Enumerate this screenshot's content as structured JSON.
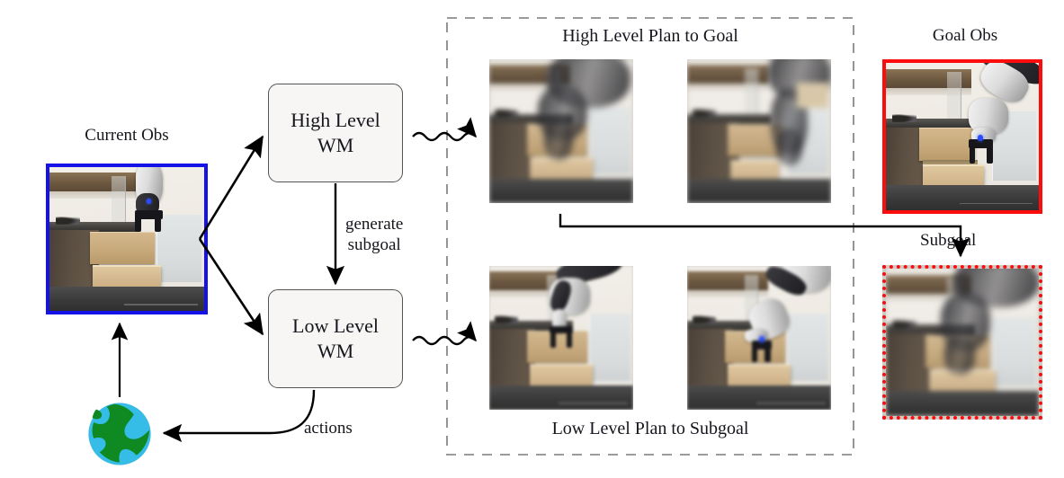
{
  "diagram": {
    "title_current_obs": "Current Obs",
    "title_goal_obs": "Goal Obs",
    "title_subgoal": "Subgoal",
    "panel_top_title": "High Level Plan to Goal",
    "panel_bottom_title": "Low Level Plan to Subgoal",
    "nodes": {
      "high_level_wm": "High Level\nWM",
      "high_level_wm_line1": "High Level",
      "high_level_wm_line2": "WM",
      "low_level_wm_line1": "Low Level",
      "low_level_wm_line2": "WM",
      "world_icon": "earth-globe-icon"
    },
    "edges": {
      "generate_subgoal_line1": "generate",
      "generate_subgoal_line2": "subgoal",
      "actions": "actions",
      "obs_to_high": "current-obs-to-high-level-wm",
      "obs_to_low": "current-obs-to-low-level-wm",
      "high_to_plan": "high-level-wm-to-high-level-plan",
      "low_to_plan": "low-level-wm-to-low-level-plan",
      "plan_to_subgoal": "high-level-plan-to-subgoal",
      "world_to_obs": "world-to-current-obs"
    },
    "colors": {
      "current_obs_border": "#1512e8",
      "goal_obs_border": "#fc0d0d",
      "subgoal_border": "#fc0d0d",
      "panel_border": "#7a7a7a",
      "node_fill": "#f7f6f4",
      "node_stroke": "#545454",
      "arrow": "#000000",
      "globe_ocean": "#35bde8",
      "globe_land": "#0f8a22"
    },
    "frames": {
      "high_plan": [
        {
          "name": "high-level-plan-frame-1",
          "quality": "blurred"
        },
        {
          "name": "high-level-plan-frame-2",
          "quality": "blurred"
        }
      ],
      "low_plan": [
        {
          "name": "low-level-plan-frame-1",
          "quality": "sharp"
        },
        {
          "name": "low-level-plan-frame-2",
          "quality": "sharp"
        }
      ]
    }
  }
}
